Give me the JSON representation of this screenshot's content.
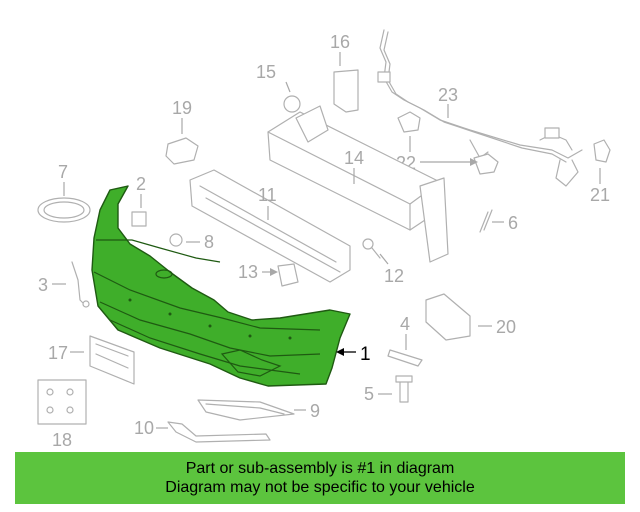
{
  "diagram": {
    "highlighted_part": "1",
    "highlight_color": "#3fae2a",
    "callouts": {
      "c1": "1",
      "c2": "2",
      "c3": "3",
      "c4": "4",
      "c5": "5",
      "c6": "6",
      "c7": "7",
      "c8": "8",
      "c9": "9",
      "c10": "10",
      "c11": "11",
      "c12": "12",
      "c13": "13",
      "c14": "14",
      "c15": "15",
      "c16": "16",
      "c17": "17",
      "c18": "18",
      "c19": "19",
      "c20": "20",
      "c21": "21",
      "c22": "22",
      "c23": "23"
    }
  },
  "notice": {
    "line1": "Part or sub-assembly is #1 in diagram",
    "line2": "Diagram may not be specific to your vehicle",
    "background_color": "#5cc43e"
  }
}
